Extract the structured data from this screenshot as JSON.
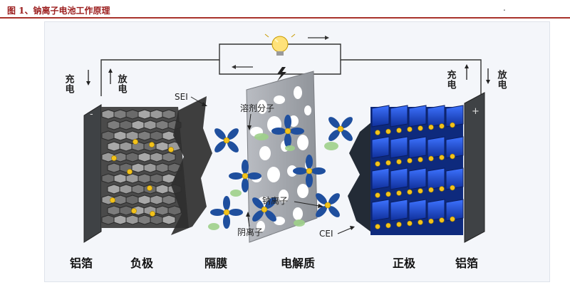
{
  "figure": {
    "caption": "图 1、钠离子电池工作原理",
    "corner_mark": "."
  },
  "diagram": {
    "left_current": {
      "charge": "充电",
      "discharge": "放电"
    },
    "right_current": {
      "charge": "充电",
      "discharge": "放电"
    },
    "left_terminal": "-",
    "right_terminal": "+",
    "callouts": {
      "sei": "SEI",
      "solvent": "溶剂分子",
      "sodium_ion": "钠离子",
      "anion": "阴离子",
      "cei": "CEI"
    },
    "components": {
      "anode_foil": "铝箔",
      "anode": "负极",
      "separator": "隔膜",
      "electrolyte": "电解质",
      "cathode": "正极",
      "cathode_foil": "铝箔"
    }
  },
  "colors": {
    "caption": "#9b1c1c",
    "anion_blue": "#1f4f9e",
    "ion_yellow": "#f3c21b",
    "solvent_green": "#9fd08a",
    "cathode_blue": "#1c49c9",
    "anode_grey": "#5f5f5f",
    "foil": "#3f4245"
  }
}
